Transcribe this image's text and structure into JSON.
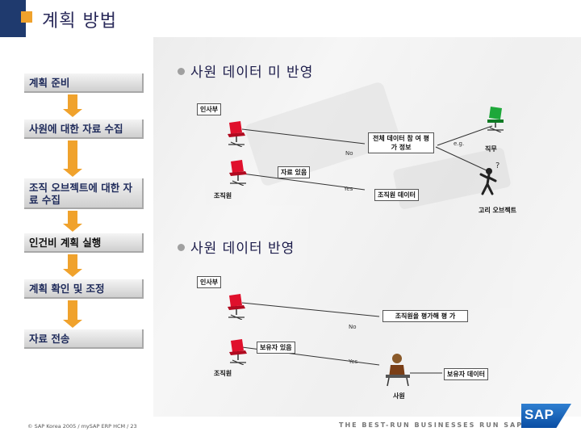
{
  "title": "계획 방법",
  "steps": [
    {
      "label": "계획 준비"
    },
    {
      "label": "사원에 대한 자료 수집"
    },
    {
      "label": "조직 오브젝트에 대한 자료 수집"
    },
    {
      "label": "인건비 계획 실행"
    },
    {
      "label": "계획 확인 및 조정"
    },
    {
      "label": "자료 전송"
    }
  ],
  "section1": {
    "heading": "사원 데이터 미 반영",
    "hr_label": "인사부",
    "no": "No",
    "yes": "Yes",
    "overall_box": "전체 데이터 참 여 평가 정보",
    "eg": "e.g.",
    "position_label": "직무",
    "data_exists": "자료 있음",
    "org_unit": "조직원",
    "org_data": "조직원 데이터",
    "org_object": "고리 오브젝트"
  },
  "section2": {
    "heading": "사원 데이터 반영",
    "hr_label": "인사부",
    "no": "No",
    "yes": "Yes",
    "eval_box": "조직원을 평가해 평 가",
    "owner_exists": "보유자 있음",
    "org_unit": "조직원",
    "owner_data": "보유자 데이터",
    "employee": "사원"
  },
  "footer": "© SAP Korea 2005 / mySAP ERP HCM / 23",
  "tagline": "THE BEST-RUN BUSINESSES RUN SAP",
  "logo": "SAP",
  "colors": {
    "accent": "#f0a22c",
    "navy": "#1f3a6e",
    "chair": "#e0102c",
    "chair_green": "#1ea83a"
  }
}
